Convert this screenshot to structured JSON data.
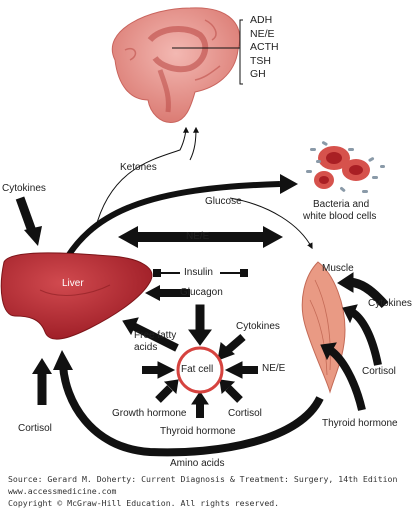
{
  "hormones": [
    "ADH",
    "NE/E",
    "ACTH",
    "TSH",
    "GH"
  ],
  "labels": {
    "ketones": "Ketones",
    "glucose": "Glucose",
    "cytokines_left": "Cytokines",
    "bacteria": "Bacteria and",
    "bacteria2": "white blood cells",
    "ne_e_top": "NE/E",
    "liver": "Liver",
    "insulin": "Insulin",
    "glucagon": "Glucagon",
    "muscle": "Muscle",
    "ffa1": "Free fatty",
    "ffa2": "acids",
    "cytokines_fat": "Cytokines",
    "fat_cell": "Fat cell",
    "ne_e_fat": "NE/E",
    "cytokines_right": "Cytokines",
    "cortisol_right": "Cortisol",
    "growth_hormone": "Growth hormone",
    "cortisol_fat": "Cortisol",
    "thyroid_fat": "Thyroid hormone",
    "cortisol_left": "Cortisol",
    "thyroid_right": "Thyroid hormone",
    "amino_acids": "Amino acids"
  },
  "source": [
    "Source: Gerard M. Doherty: Current Diagnosis & Treatment: Surgery, 14th Edition",
    "www.accessmedicine.com",
    "Copyright © McGraw-Hill Education. All rights reserved."
  ],
  "colors": {
    "liver": "#b3262e",
    "brain": "#e59a95",
    "muscle": "#e99a84",
    "fat_ring": "#d6433f",
    "arrow": "#111111"
  }
}
